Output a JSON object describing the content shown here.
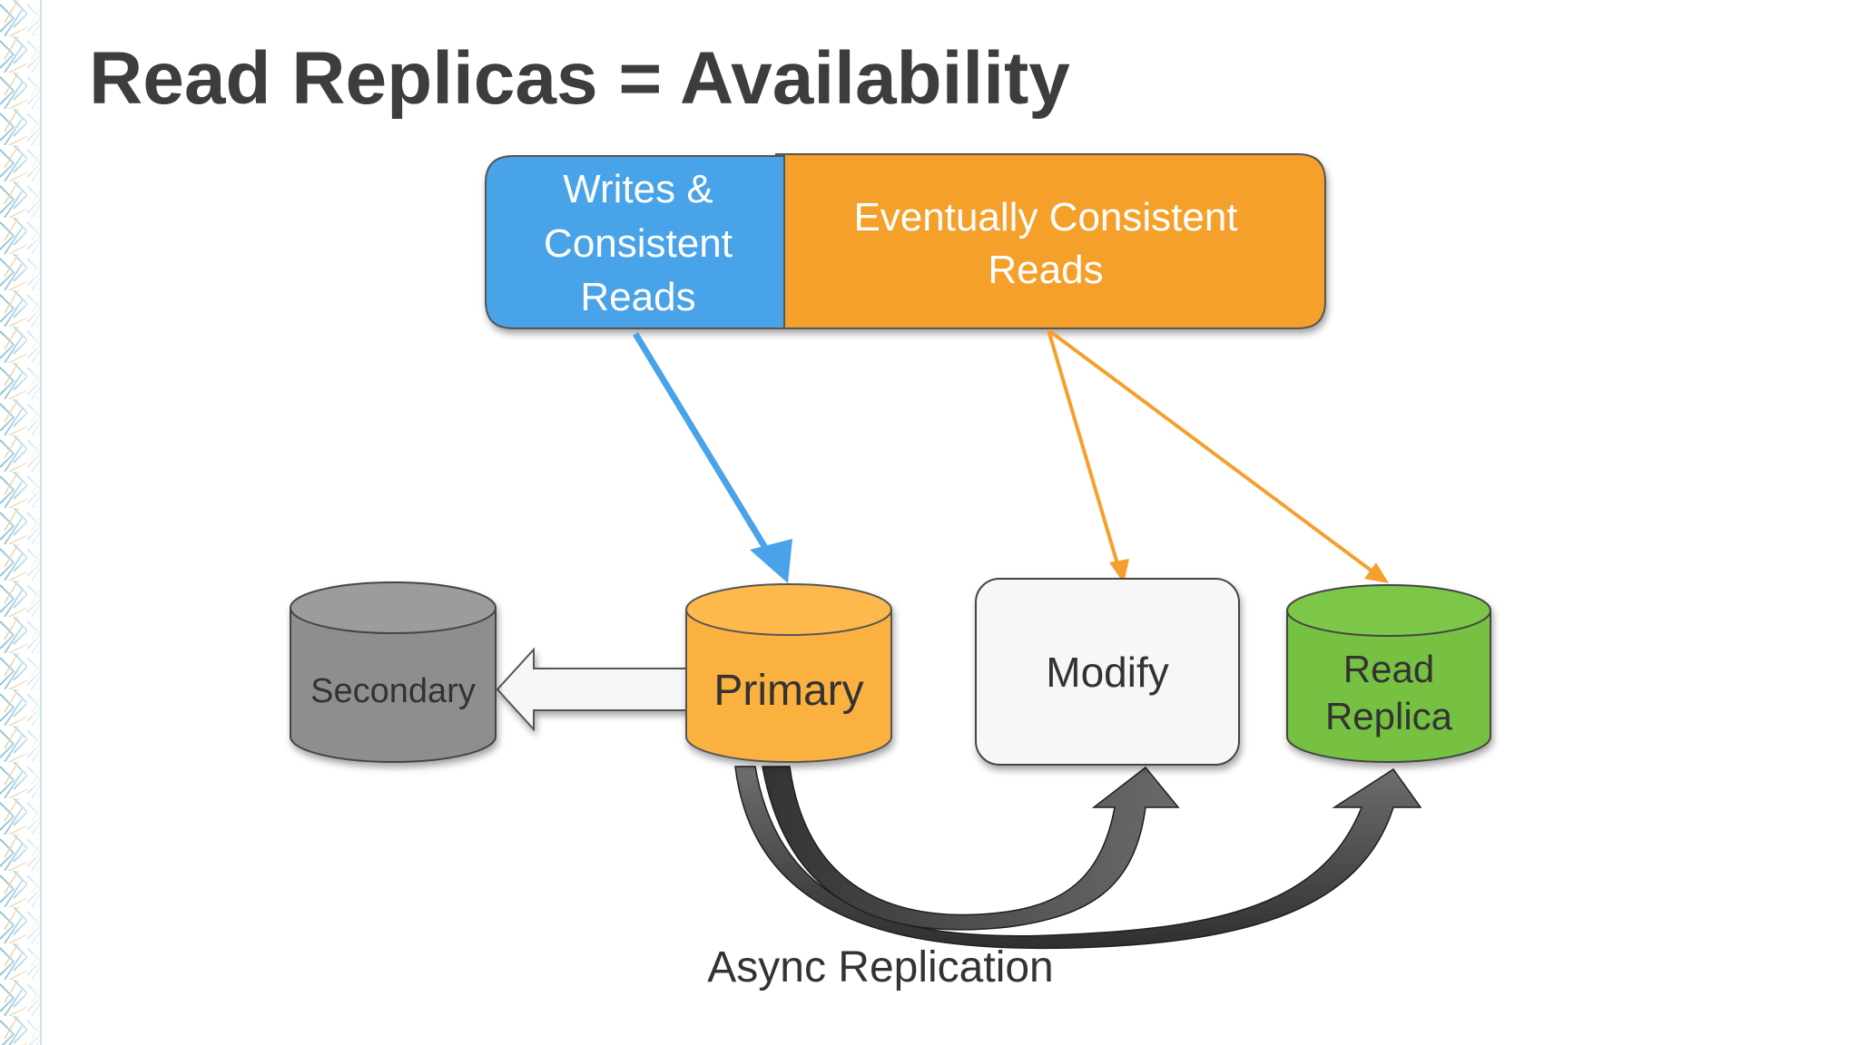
{
  "slide": {
    "title": "Read Replicas = Availability"
  },
  "request_bar": {
    "writes_label_lines": [
      "Writes &",
      "Consistent",
      "Reads"
    ],
    "eventual_label_lines": [
      "Eventually Consistent",
      "Reads"
    ]
  },
  "nodes": {
    "secondary": "Secondary",
    "primary": "Primary",
    "modify": "Modify",
    "read_replica_lines": [
      "Read",
      "Replica"
    ]
  },
  "replication_label": "Async Replication",
  "colors": {
    "title": "#3d3d3d",
    "blue": "#4aa3e8",
    "orange": "#f5a02c",
    "primary_orange": "#fbb140",
    "green": "#76c043",
    "gray_db": "#8e8e8e",
    "modify_fill": "#f7f7f9",
    "dark_arrow": "#4a4a4a"
  }
}
